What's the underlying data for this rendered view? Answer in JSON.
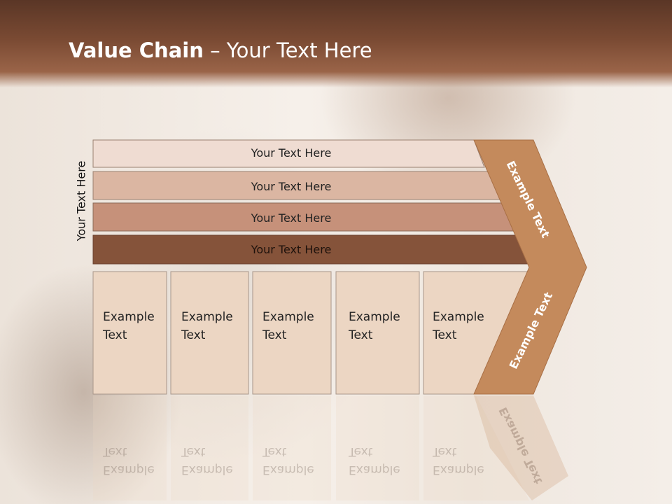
{
  "title": {
    "bold": "Value Chain",
    "rest": " – Your Text Here"
  },
  "side_label": "Your Text Here",
  "bars": [
    {
      "label": "Your Text Here",
      "color": "#efdcd2"
    },
    {
      "label": "Your Text Here",
      "color": "#dbb6a2"
    },
    {
      "label": "Your Text Here",
      "color": "#c6917a"
    },
    {
      "label": "Your Text Here",
      "color": "#85533a"
    }
  ],
  "cells": [
    {
      "line1": "Example",
      "line2": "Text"
    },
    {
      "line1": "Example",
      "line2": "Text"
    },
    {
      "line1": "Example",
      "line2": "Text"
    },
    {
      "line1": "Example",
      "line2": "Text"
    },
    {
      "line1": "Example",
      "line2": "Text"
    }
  ],
  "chevron": {
    "top_label": "Example Text",
    "bottom_label": "Example Text",
    "color": "#c48a5c"
  }
}
